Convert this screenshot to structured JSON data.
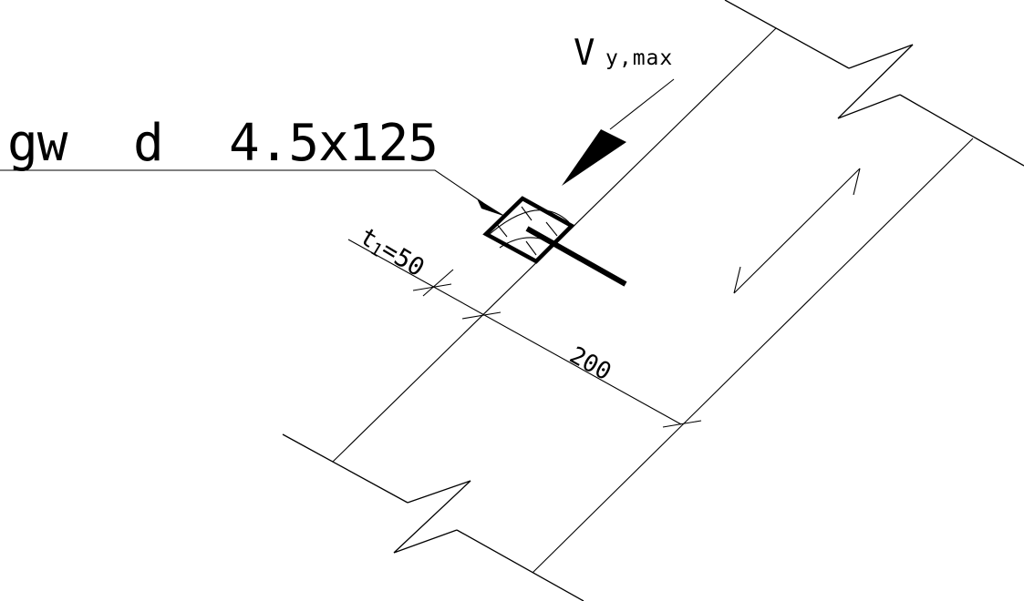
{
  "title": "Axonometric timber member detail with inclined screw, shear force and spacing dimensions",
  "labels": {
    "fastener": {
      "full": "gw d 4.5x125",
      "part1": "gw",
      "part2": "d",
      "part3": "4.5x125"
    },
    "force": {
      "main": "V",
      "subscript": "y,max"
    },
    "dim_t1": {
      "symbol": "t",
      "subscript": "1",
      "value": "=50"
    },
    "dim_spacing": {
      "value": "200"
    }
  },
  "colors": {
    "line": "#000000",
    "background": "#ffffff"
  }
}
